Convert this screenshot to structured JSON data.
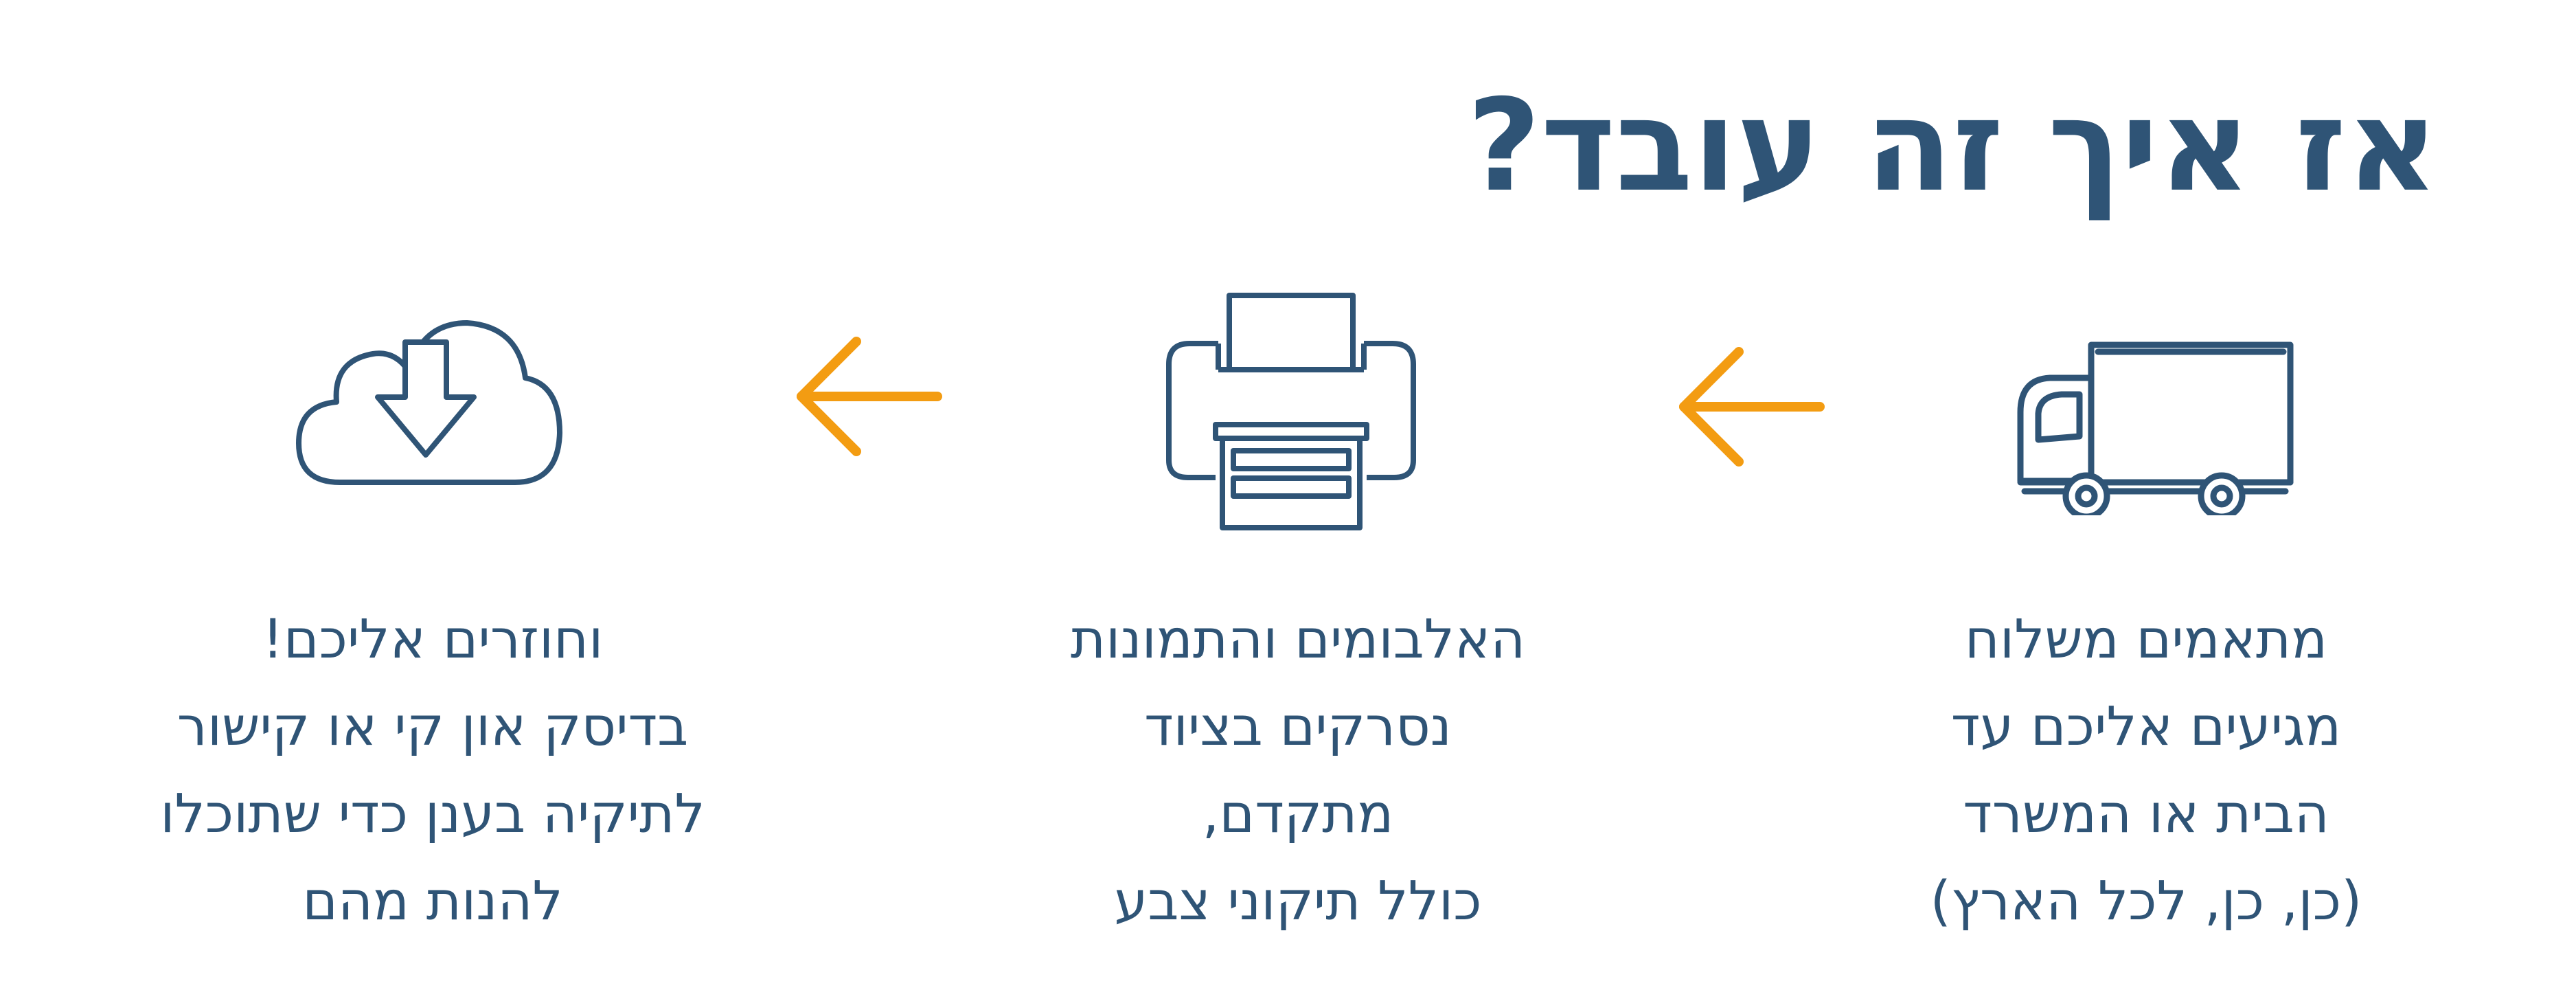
{
  "title": "אז איך זה עובד?",
  "colors": {
    "primary": "#2f5476",
    "accent": "#f39c12",
    "background": "#ffffff"
  },
  "steps": [
    {
      "icon": "truck-icon",
      "lines": [
        "מתאמים משלוח",
        "מגיעים אליכם עד",
        "הבית או המשרד",
        "(כן, כן, לכל הארץ)"
      ]
    },
    {
      "icon": "printer-scanner-icon",
      "lines": [
        "האלבומים והתמונות",
        "נסרקים בציוד",
        "מתקדם,",
        "כולל תיקוני צבע"
      ]
    },
    {
      "icon": "cloud-download-icon",
      "lines": [
        "וחוזרים אליכם!",
        "בדיסק און קי או קישור",
        "לתיקיה בענן כדי שתוכלו",
        "להנות מהם"
      ]
    }
  ]
}
